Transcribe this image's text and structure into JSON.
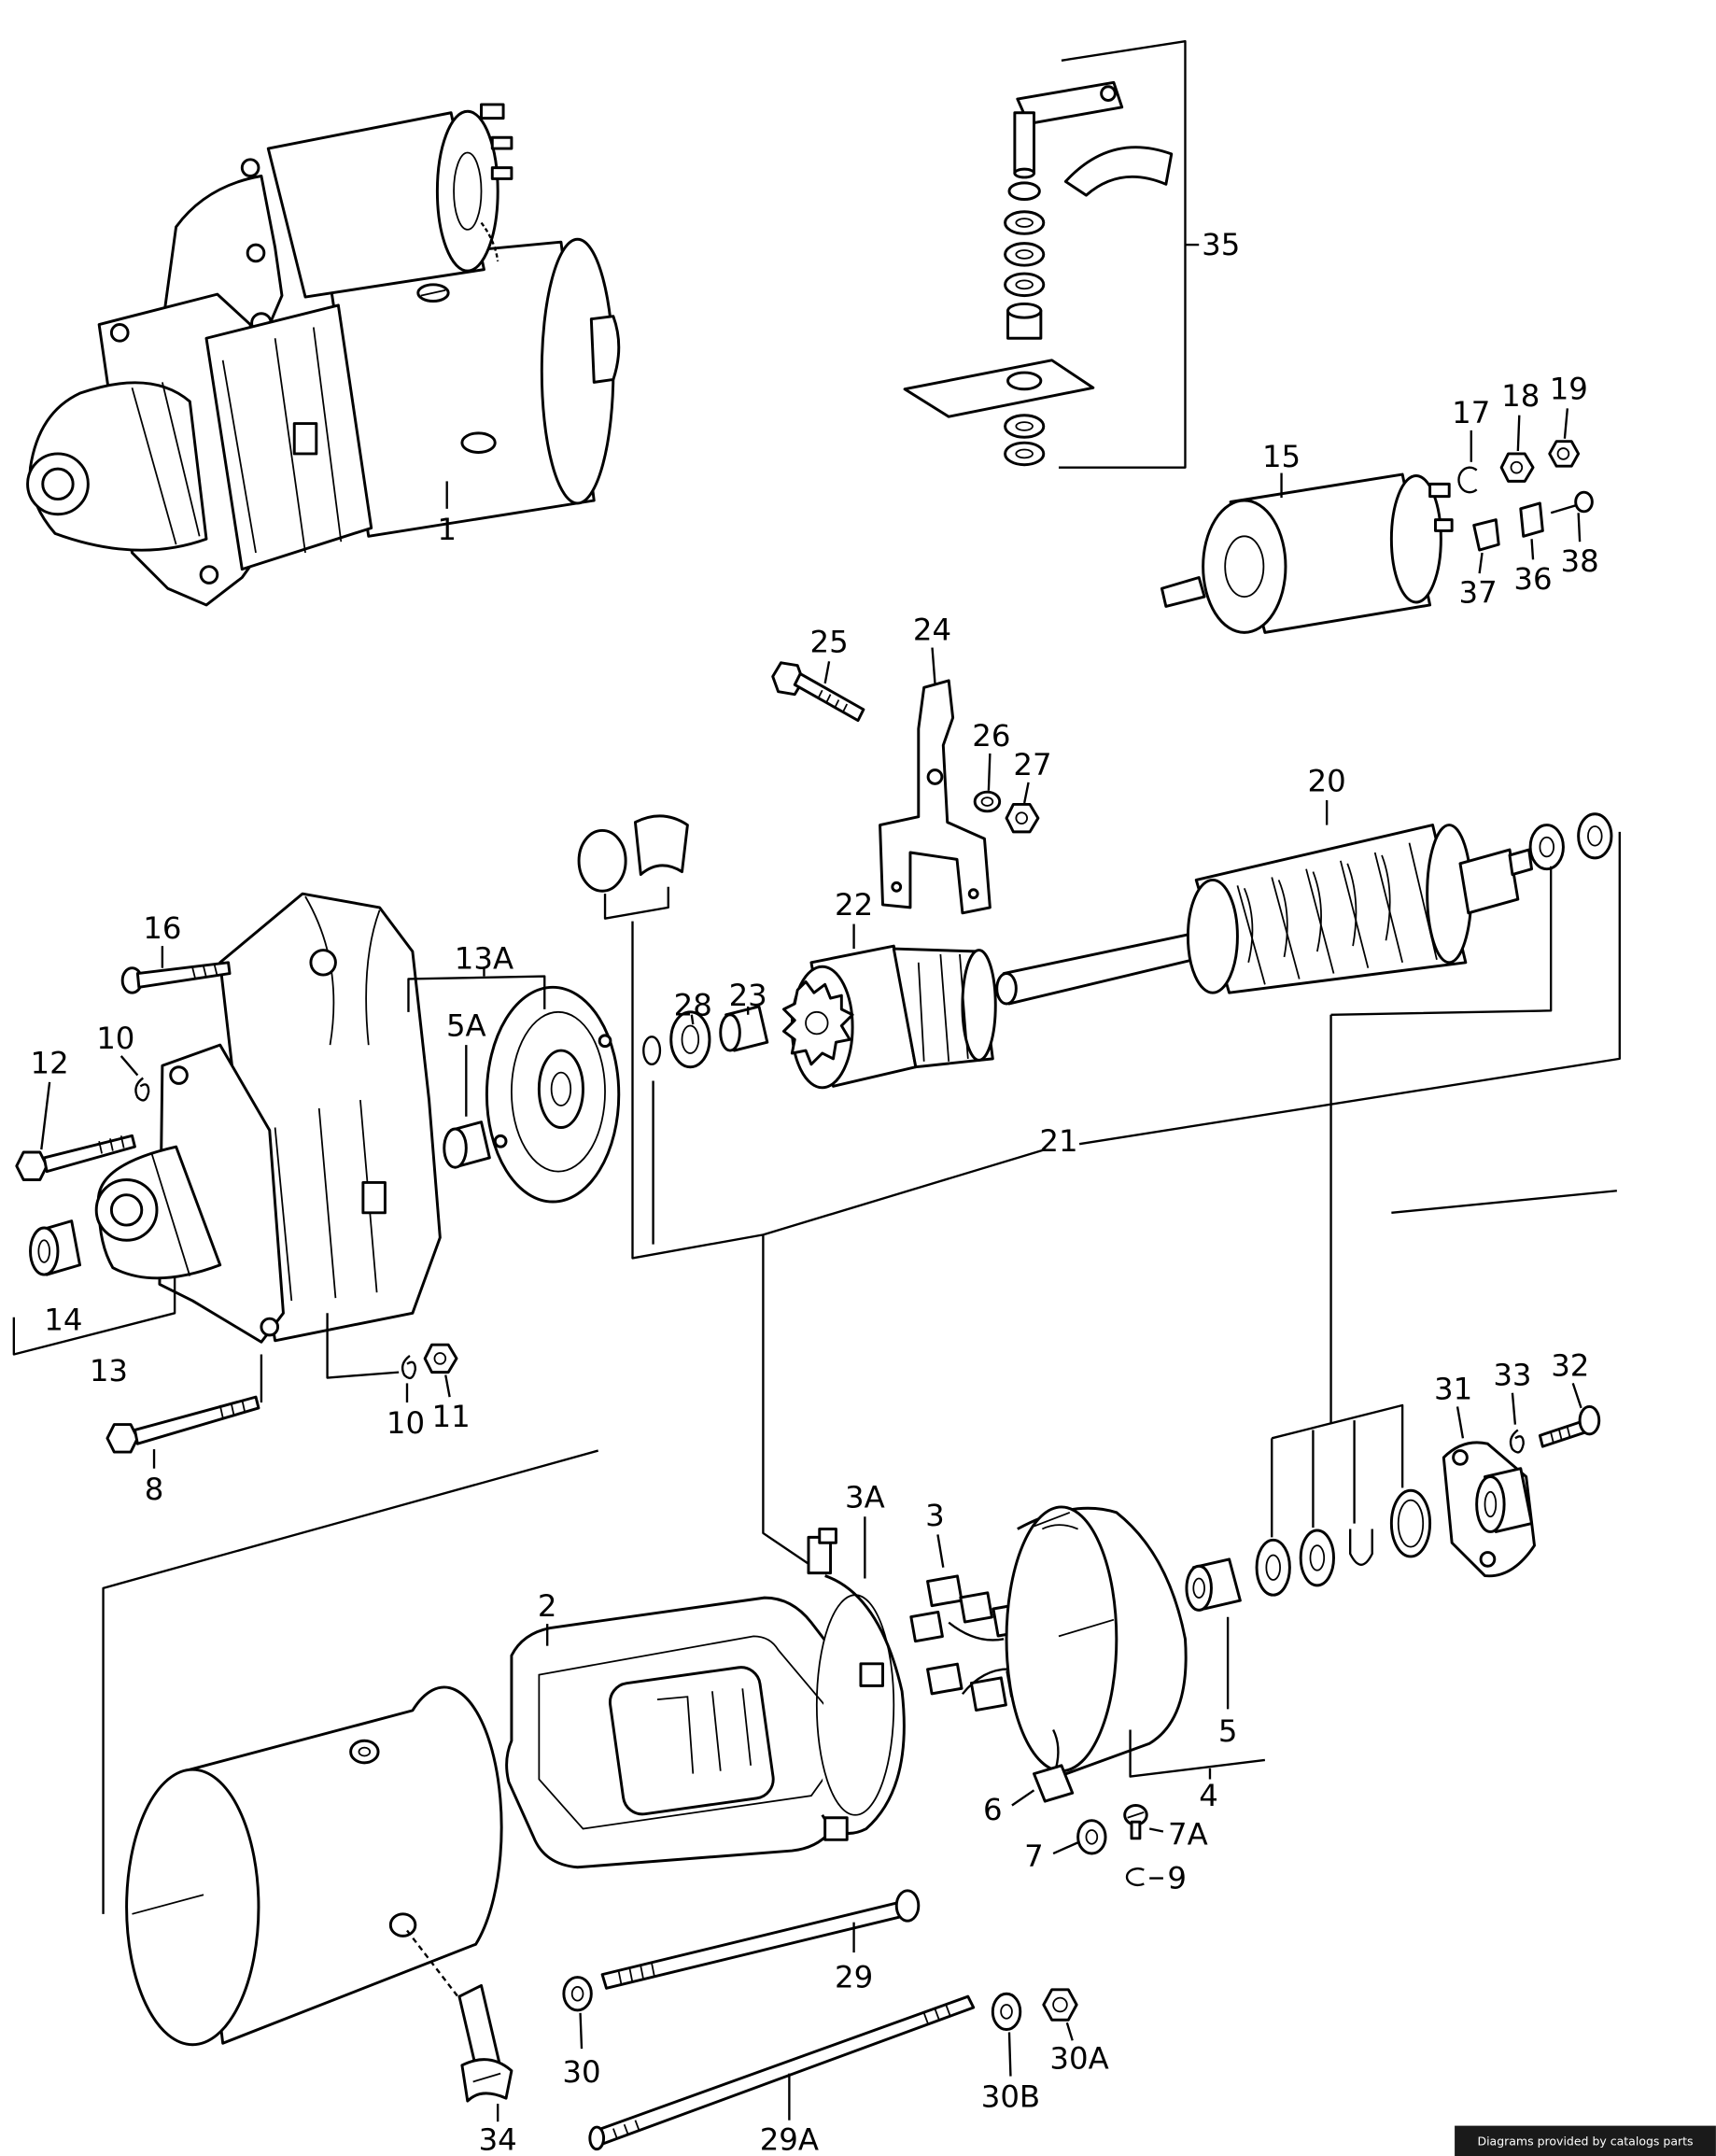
{
  "callouts": [
    "1",
    "35",
    "15",
    "17",
    "18",
    "19",
    "37",
    "36",
    "38",
    "25",
    "24",
    "26",
    "27",
    "20",
    "22",
    "28",
    "23",
    "16",
    "13A",
    "5A",
    "12",
    "10",
    "21",
    "14",
    "13",
    "10",
    "11",
    "8",
    "3A",
    "3",
    "2",
    "31",
    "33",
    "32",
    "5",
    "4",
    "6",
    "7A",
    "7",
    "9",
    "29",
    "30",
    "30A",
    "30B",
    "34",
    "29A"
  ],
  "footer": {
    "credit": "Diagrams provided by catalogs parts"
  },
  "colors": {
    "line": "#000000",
    "background": "#ffffff",
    "footer_background": "#1a1a1a",
    "footer_text": "#ffffff"
  }
}
